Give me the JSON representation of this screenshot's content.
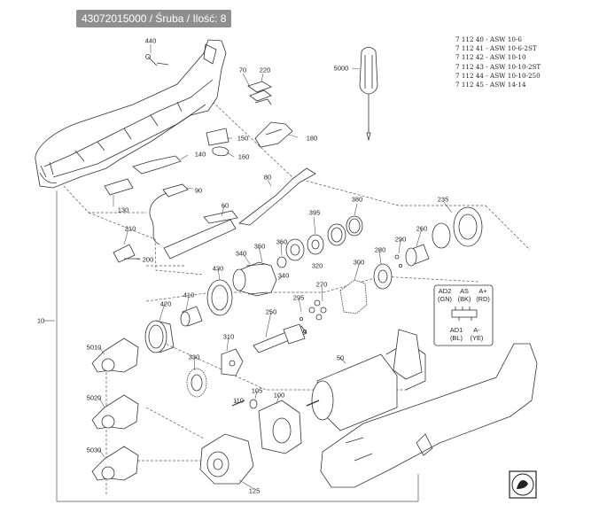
{
  "tooltip": "43072015000 / Śruba / Ilość: 8",
  "models": [
    "7 112 40 - ASW 10-6",
    "7 112 41 - ASW 10-6-2ST",
    "7 112 42 - ASW 10-10",
    "7 112 43 - ASW 10-10-2ST",
    "7 112 44 - ASW 10-10-250",
    "7 112 45 - ASW 14-14"
  ],
  "parts": [
    "440",
    "70",
    "220",
    "5000",
    "150",
    "180",
    "140",
    "160",
    "130",
    "90",
    "80",
    "60",
    "210",
    "200",
    "395",
    "380",
    "235",
    "360",
    "350",
    "340",
    "430",
    "410",
    "420",
    "340",
    "320",
    "290",
    "280",
    "260",
    "300",
    "270",
    "295",
    "250",
    "310",
    "330",
    "5010",
    "5020",
    "5030",
    "10",
    "105",
    "100",
    "110",
    "50",
    "125"
  ],
  "wiring": {
    "top": [
      {
        "code": "AD2",
        "color": "(GN)"
      },
      {
        "code": "AS",
        "color": "(BK)"
      },
      {
        "code": "A+",
        "color": "(RD)"
      }
    ],
    "bottom": [
      {
        "code": "AD1",
        "color": "(BL)"
      },
      {
        "code": "A-",
        "color": "(YE)"
      }
    ]
  },
  "logo": "fein"
}
